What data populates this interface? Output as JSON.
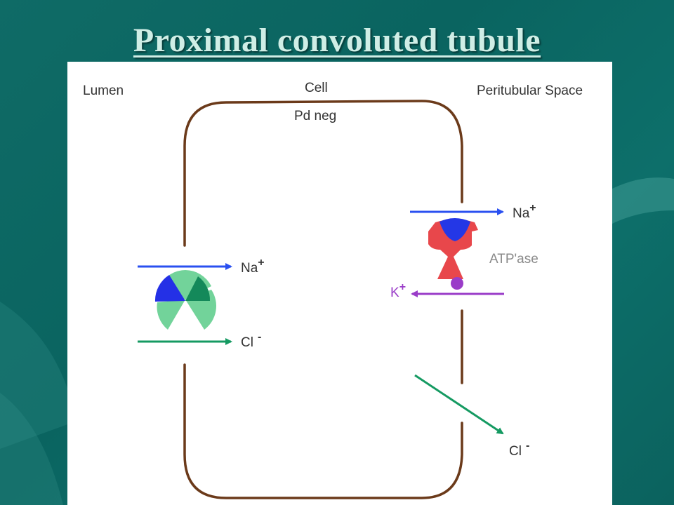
{
  "slide": {
    "title": "Proximal convoluted tubule",
    "colors": {
      "background": "#0d6864",
      "title": "#cfeee6",
      "membrane": "#6b3a1a",
      "sodium_arrow": "#2a50f0",
      "chloride_arrow": "#159a62",
      "potassium_arrow": "#9a3cc8",
      "atpase_pump": "#e8474b",
      "cotransporter": "#72d39a"
    }
  },
  "diagram": {
    "lumen_label": "Lumen",
    "cell_label": "Cell",
    "cell_pd_label": "Pd neg",
    "peritubular_label": "Peritubular Space",
    "lumen_na": "Na",
    "lumen_na_charge": "+",
    "lumen_cl": "Cl",
    "lumen_cl_charge": "-",
    "baso_na": "Na",
    "baso_na_charge": "+",
    "atpase_label": "ATP'ase",
    "baso_k": "K",
    "baso_k_charge": "+",
    "baso_cl": "Cl",
    "baso_cl_charge": "-"
  }
}
